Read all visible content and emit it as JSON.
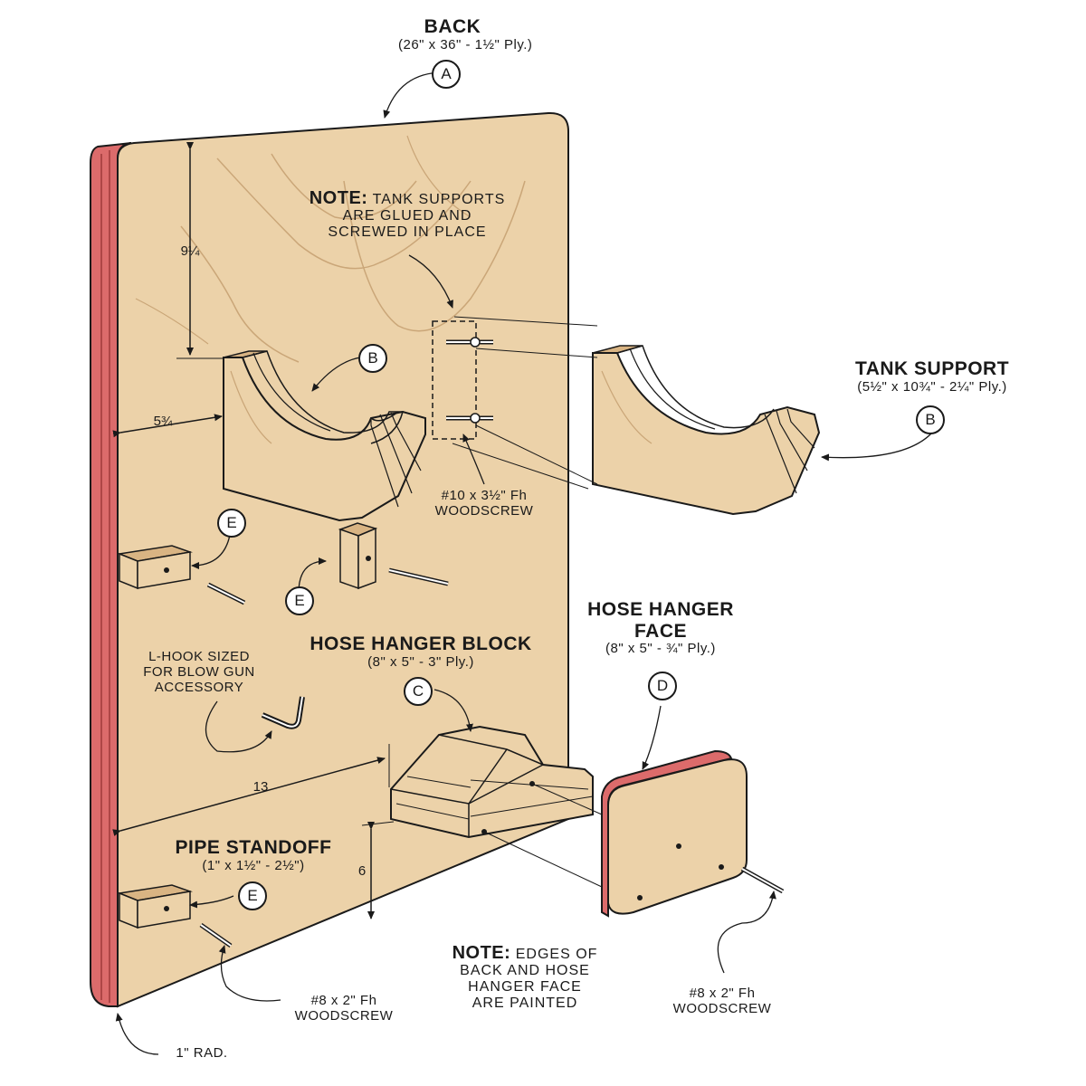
{
  "back": {
    "title": "BACK",
    "dims": "(26\" x 36\" - 1½\" Ply.)",
    "callout": "A"
  },
  "note_top": {
    "head": "NOTE:",
    "lines": [
      "TANK SUPPORTS",
      "ARE GLUED AND",
      "SCREWED IN PLACE"
    ]
  },
  "tank_support": {
    "title": "TANK SUPPORT",
    "dims": "(5½\" x 10¾\" - 2¼\" Ply.)",
    "callout": "B"
  },
  "tank_callout_on_back": "B",
  "woodscrew_top": {
    "lines": [
      "#10 x 3½\" Fh",
      "WOODSCREW"
    ]
  },
  "dims": {
    "top": "9¼",
    "left": "5¾",
    "hanger_offset": "13",
    "hanger_height": "6",
    "corner_radius": "1\" RAD."
  },
  "standoff_callout": "E",
  "hose_hanger_block": {
    "title": "HOSE HANGER BLOCK",
    "dims": "(8\" x 5\" - 3\" Ply.)",
    "callout": "C"
  },
  "hose_hanger_face": {
    "title_lines": [
      "HOSE HANGER",
      "FACE"
    ],
    "dims": "(8\" x 5\" - ¾\" Ply.)",
    "callout": "D"
  },
  "l_hook": {
    "lines": [
      "L-HOOK SIZED",
      "FOR BLOW GUN",
      "ACCESSORY"
    ]
  },
  "pipe_standoff": {
    "title": "PIPE STANDOFF",
    "dims": "(1\" x 1½\" - 2½\")",
    "callout": "E"
  },
  "woodscrew_bottom_left": {
    "lines": [
      "#8 x 2\" Fh",
      "WOODSCREW"
    ]
  },
  "note_bottom": {
    "head": "NOTE:",
    "first": "EDGES OF",
    "lines": [
      "BACK AND HOSE",
      "HANGER FACE",
      "ARE PAINTED"
    ]
  },
  "woodscrew_bottom_right": {
    "lines": [
      "#8 x 2\" Fh",
      "WOODSCREW"
    ]
  },
  "colors": {
    "plywood": "#ecd2a9",
    "plywood_shadow": "#d9b483",
    "painted_edge": "#dc6b6b",
    "ink": "#1a1a1a"
  }
}
